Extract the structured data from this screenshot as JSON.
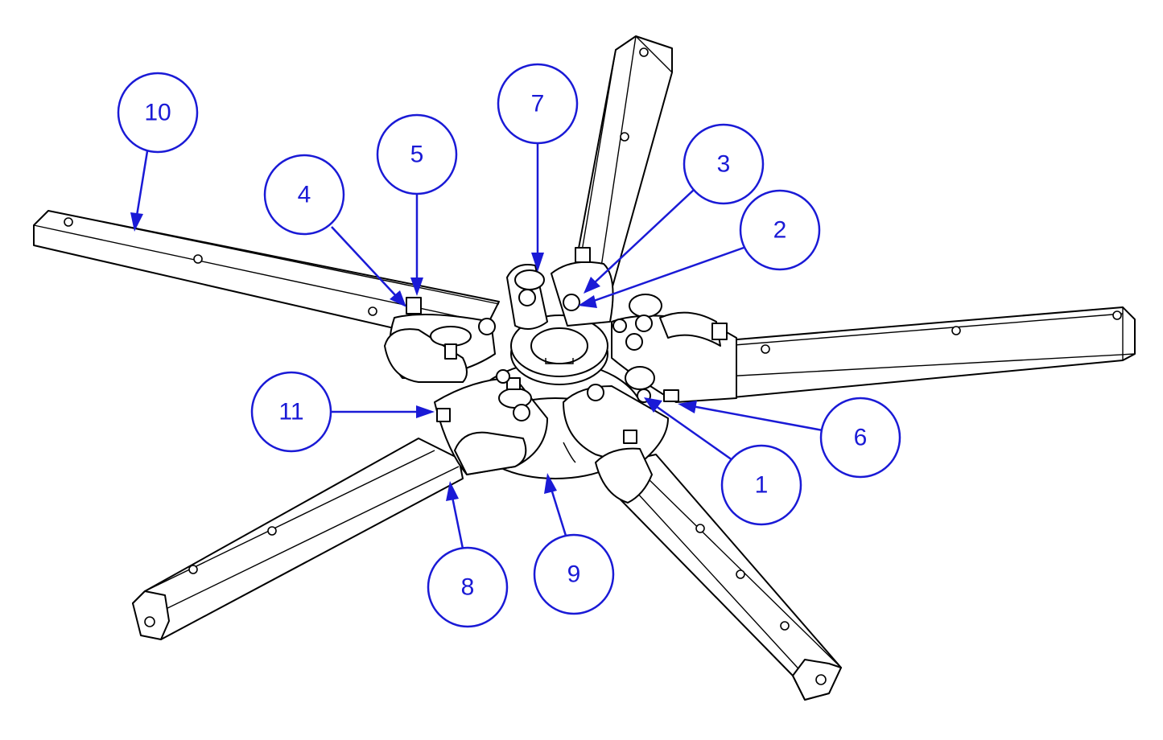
{
  "colors": {
    "callout": "#1a1ad6",
    "linework": "#000000",
    "background": "#ffffff"
  },
  "callouts": [
    {
      "id": "1",
      "label": "1"
    },
    {
      "id": "2",
      "label": "2"
    },
    {
      "id": "3",
      "label": "3"
    },
    {
      "id": "4",
      "label": "4"
    },
    {
      "id": "5",
      "label": "5"
    },
    {
      "id": "6",
      "label": "6"
    },
    {
      "id": "7",
      "label": "7"
    },
    {
      "id": "8",
      "label": "8"
    },
    {
      "id": "9",
      "label": "9"
    },
    {
      "id": "10",
      "label": "10"
    },
    {
      "id": "11",
      "label": "11"
    }
  ]
}
